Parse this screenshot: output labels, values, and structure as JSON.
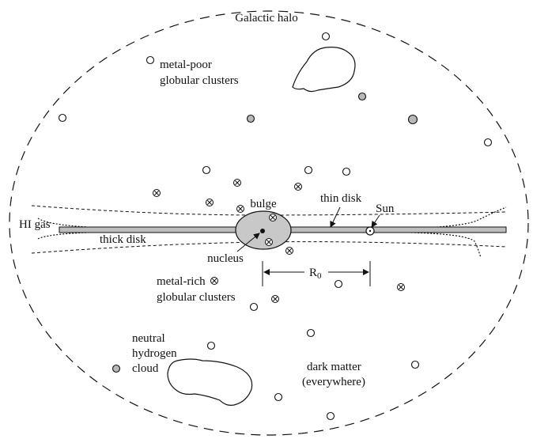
{
  "labels": {
    "halo": "Galactic halo",
    "metal_poor_1": "metal-poor",
    "metal_poor_2": "globular clusters",
    "bulge": "bulge",
    "thin_disk": "thin disk",
    "sun": "Sun",
    "hi_gas": "HI gas",
    "thick_disk": "thick disk",
    "nucleus": "nucleus",
    "r0_main": "R",
    "r0_sub": "0",
    "metal_rich_1": "metal-rich",
    "metal_rich_2": "globular clusters",
    "neutral_1": "neutral",
    "neutral_2": "hydrogen",
    "neutral_3": "cloud",
    "dark_1": "dark matter",
    "dark_2": "(everywhere)"
  },
  "colors": {
    "stroke": "#111111",
    "disk_fill": "#bdbdbd",
    "bulge_fill": "#c8c8c8",
    "gray_cluster": "#b8b8b8"
  }
}
